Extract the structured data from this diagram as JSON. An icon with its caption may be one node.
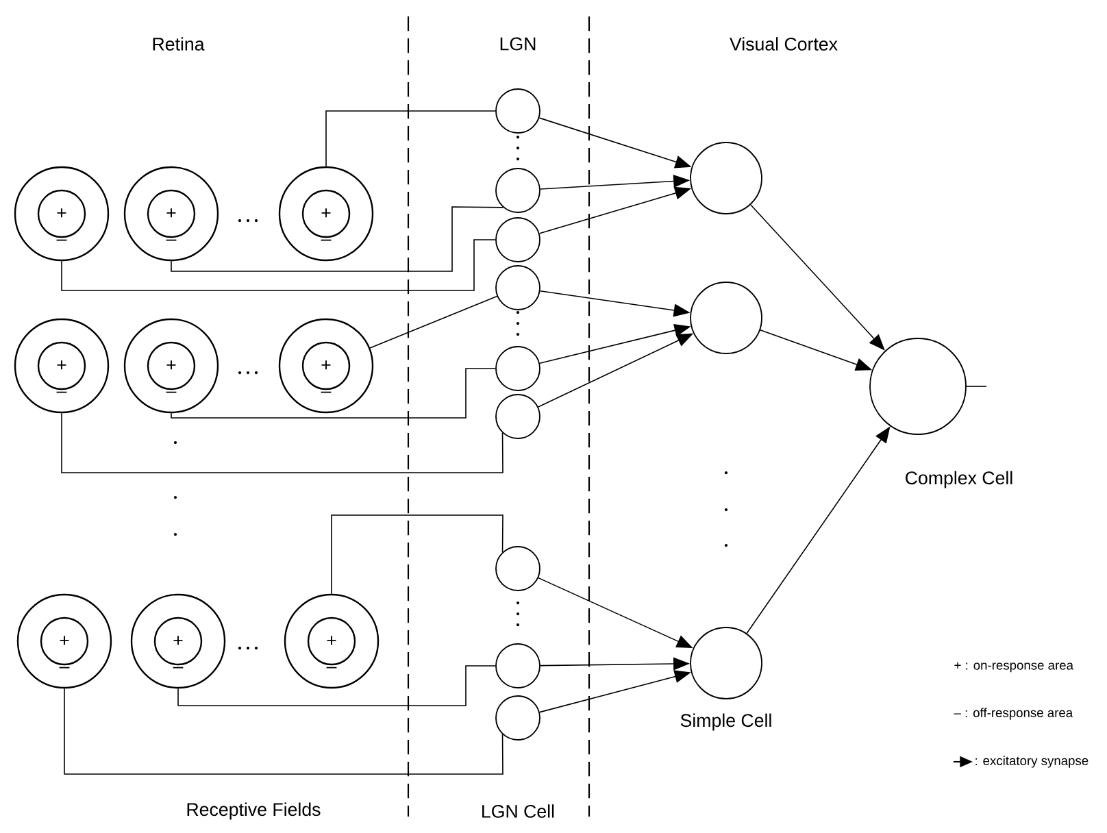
{
  "diagram": {
    "nodes": [
      {
        "text": [
          "–"
        ]
      },
      {
        "text": [
          "+"
        ],
        "in": 0
      },
      {
        "text": [
          "–"
        ]
      },
      {
        "text": [
          "+"
        ],
        "in": 2
      },
      {
        "text": [
          "–"
        ]
      },
      {
        "text": [
          "+"
        ],
        "in": 4
      },
      {
        "text": [
          "–"
        ]
      },
      {
        "text": [
          "+"
        ],
        "in": 6
      },
      {
        "text": [
          "–"
        ]
      },
      {
        "text": [
          "+"
        ],
        "in": 8
      },
      {
        "text": [
          "–"
        ]
      },
      {
        "text": [
          "+"
        ],
        "in": 10
      },
      {
        "text": [
          "–"
        ]
      },
      {
        "text": [
          "+"
        ],
        "in": 12
      },
      {
        "text": [
          "–"
        ]
      },
      {
        "text": [
          "+"
        ],
        "in": 14
      },
      {
        "text": [
          "–"
        ]
      },
      {
        "text": [
          "+"
        ],
        "in": 16
      },
      {
        "text": [],
        "shape": "circle"
      },
      {
        "text": [],
        "shape": "circle"
      },
      {
        "text": [],
        "shape": "circle"
      },
      {
        "text": [],
        "shape": "circle"
      },
      {
        "text": [],
        "shape": "circle"
      },
      {
        "text": [],
        "shape": "circle"
      },
      {
        "text": [],
        "shape": "circle"
      },
      {
        "text": [],
        "shape": "circle"
      },
      {
        "text": [],
        "shape": "circle"
      },
      {
        "text": [],
        "shape": "circle"
      },
      {
        "text": [],
        "shape": "circle"
      },
      {
        "text": [],
        "shape": "circle",
        "beside": [
          "Simple Cell"
        ]
      },
      {
        "text": [],
        "shape": "circle",
        "beside": [
          "Complex Cell"
        ]
      }
    ],
    "edges": [
      {
        "from": 4,
        "to": 18,
        "arrow": "none"
      },
      {
        "from": 2,
        "to": 19,
        "arrow": "none"
      },
      {
        "from": 0,
        "to": 20,
        "arrow": "none"
      },
      {
        "from": 10,
        "to": 21,
        "arrow": "none"
      },
      {
        "from": 8,
        "to": 22,
        "arrow": "none"
      },
      {
        "from": 6,
        "to": 23,
        "arrow": "none"
      },
      {
        "from": 16,
        "to": 24,
        "arrow": "none"
      },
      {
        "from": 14,
        "to": 25,
        "arrow": "none"
      },
      {
        "from": 12,
        "to": 26,
        "arrow": "none"
      },
      {
        "from": 18,
        "to": 27,
        "arrow": "to"
      },
      {
        "from": 19,
        "to": 27,
        "arrow": "to"
      },
      {
        "from": 20,
        "to": 27,
        "arrow": "to"
      },
      {
        "from": 21,
        "to": 28,
        "arrow": "to"
      },
      {
        "from": 22,
        "to": 28,
        "arrow": "to"
      },
      {
        "from": 23,
        "to": 28,
        "arrow": "to"
      },
      {
        "from": 24,
        "to": 29,
        "arrow": "to"
      },
      {
        "from": 25,
        "to": 29,
        "arrow": "to"
      },
      {
        "from": 26,
        "to": 29,
        "arrow": "to"
      },
      {
        "from": 27,
        "to": 30,
        "arrow": "to"
      },
      {
        "from": 28,
        "to": 30,
        "arrow": "to"
      },
      {
        "from": 29,
        "to": 30,
        "arrow": "to"
      },
      {
        "from": 30,
        "to": null,
        "arrow": "none"
      }
    ],
    "labels": [
      "Retina",
      "LGN",
      "Visual Cortex",
      "Receptive Fields",
      "LGN Cell",
      "+ : on-response area",
      "– : off-response area"
    ],
    "legend": [
      {
        "text": ": excitatory synapse"
      }
    ]
  }
}
